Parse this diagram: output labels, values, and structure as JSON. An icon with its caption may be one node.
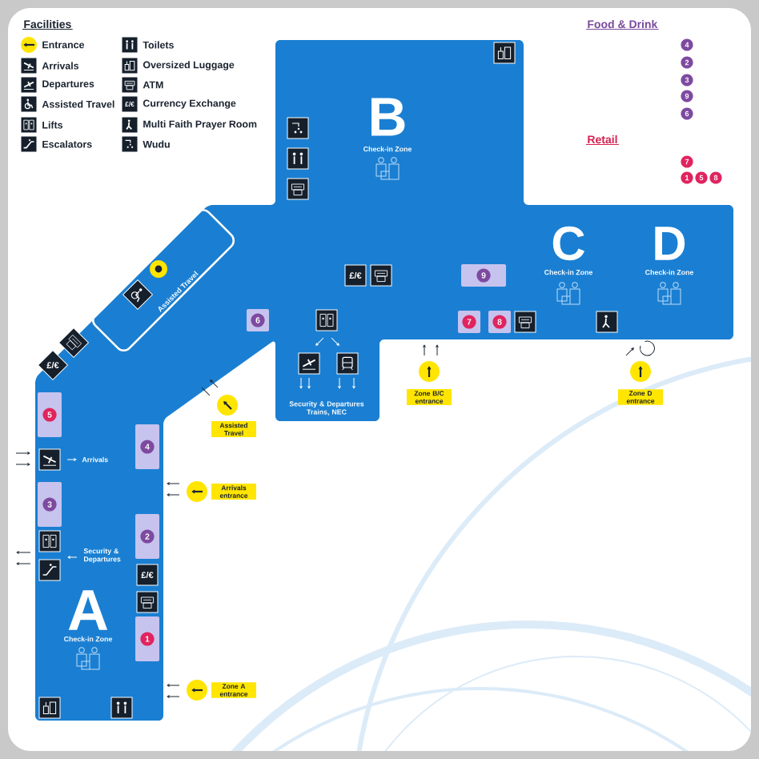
{
  "diagram": {
    "nodes": [
      {
        "text": [
          "Assisted Travel"
        ]
      },
      {
        "text": [
          "9"
        ]
      },
      {
        "text": [
          "6"
        ]
      },
      {
        "text": [
          "7"
        ]
      },
      {
        "text": [
          "8"
        ]
      },
      {
        "text": [
          "5"
        ]
      },
      {
        "text": [
          "4"
        ]
      },
      {
        "text": [
          "Zone B/C entrance"
        ]
      },
      {
        "text": [
          "Zone D entrance"
        ]
      },
      {
        "text": [
          "Assisted Travel"
        ]
      },
      {
        "text": [
          "Arrivals entrance"
        ]
      },
      {
        "text": [
          "3"
        ]
      },
      {
        "text": [
          "2"
        ]
      },
      {
        "text": [
          "1"
        ]
      },
      {
        "text": [
          "Zone A entrance"
        ]
      }
    ],
    "labels": [
      "Facilities",
      "£/€",
      "Food & Drink",
      "4",
      "2",
      "3",
      "9",
      "6",
      "Retail",
      "7",
      "1",
      "5",
      "8",
      "B",
      "Check-in Zone",
      "£/€",
      "C",
      "Check-in Zone",
      "D",
      "Check-in Zone",
      "£/€",
      "Security & Departures Trains, NEC",
      "Arrivals",
      "Security & Departures",
      "£/€",
      "A",
      "Check-in Zone"
    ],
    "legend": [
      {
        "text": "Entrance"
      },
      {
        "text": "Arrivals"
      },
      {
        "text": "Departures"
      },
      {
        "text": "Assisted Travel"
      },
      {
        "text": "Lifts"
      },
      {
        "text": "Escalators"
      },
      {
        "text": "Toilets"
      },
      {
        "text": "Oversized Luggage"
      },
      {
        "text": "ATM"
      },
      {
        "text": "Currency Exchange"
      },
      {
        "text": "Multi Faith Prayer Room"
      },
      {
        "text": "Wudu"
      }
    ]
  }
}
